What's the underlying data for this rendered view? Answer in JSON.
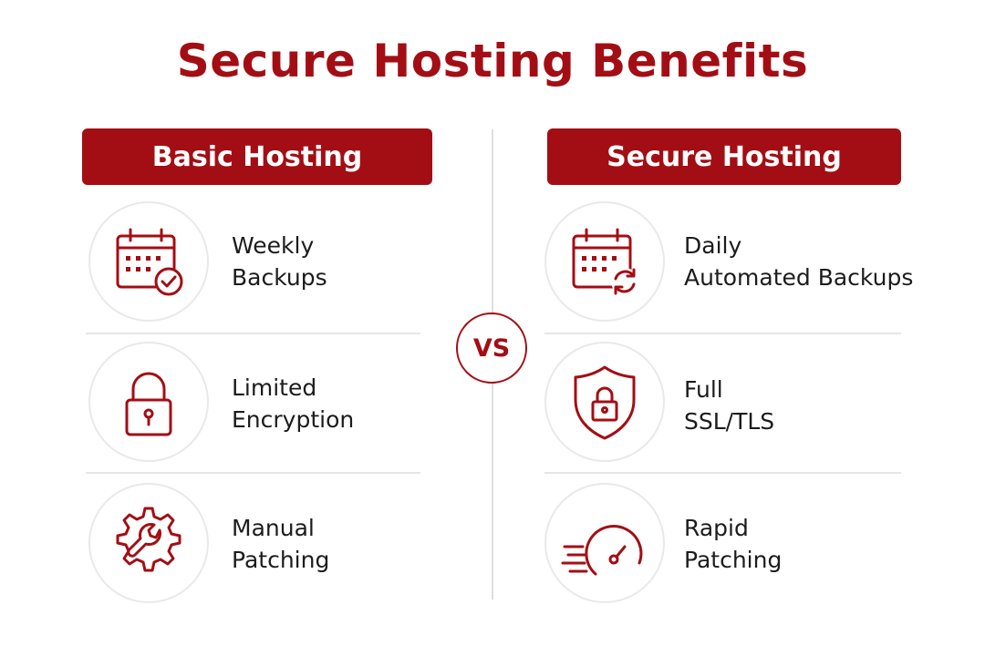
{
  "title": "Secure Hosting Benefits",
  "accent_color": "#a30e14",
  "vs_label": "VS",
  "left": {
    "header": "Basic Hosting",
    "items": [
      {
        "icon": "calendar-check-icon",
        "line1": "Weekly",
        "line2": "Backups"
      },
      {
        "icon": "padlock-icon",
        "line1": "Limited",
        "line2": "Encryption"
      },
      {
        "icon": "gear-wrench-icon",
        "line1": "Manual",
        "line2": "Patching"
      }
    ]
  },
  "right": {
    "header": "Secure Hosting",
    "items": [
      {
        "icon": "calendar-sync-icon",
        "line1": "Daily",
        "line2": "Automated Backups"
      },
      {
        "icon": "shield-lock-icon",
        "line1": "Full",
        "line2": "SSL/TLS"
      },
      {
        "icon": "speedometer-icon",
        "line1": "Rapid",
        "line2": "Patching"
      }
    ]
  }
}
